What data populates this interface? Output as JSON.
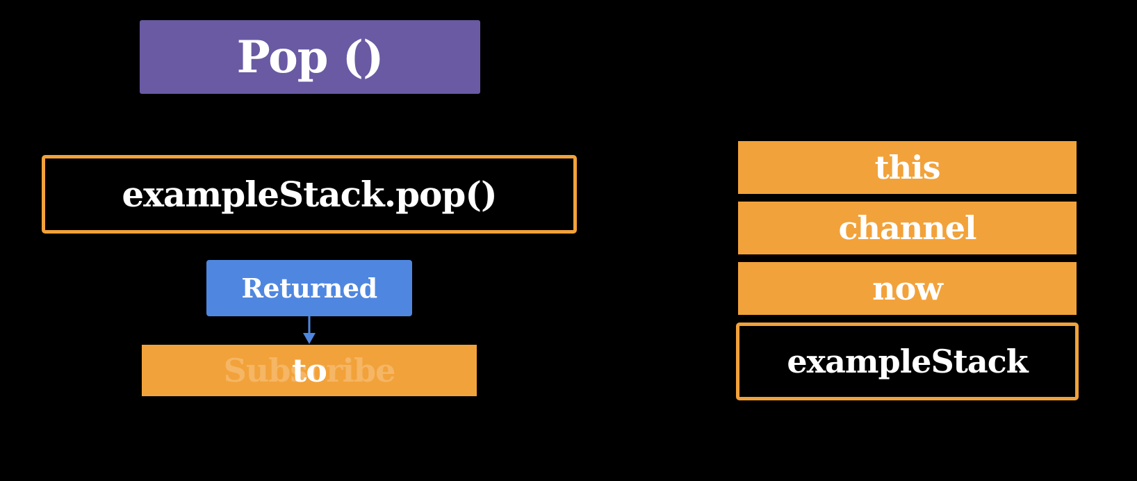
{
  "colors": {
    "background": "#000000",
    "title_bg": "#6a5aa3",
    "orange": "#f2a23a",
    "blue": "#4f87e0",
    "text": "#ffffff"
  },
  "title": "Pop ()",
  "call": "exampleStack.pop()",
  "returned_label": "Returned",
  "popped": {
    "value": "to",
    "faded_text": "Subscribe"
  },
  "stack": [
    {
      "label": "this",
      "style": "filled"
    },
    {
      "label": "channel",
      "style": "filled"
    },
    {
      "label": "now",
      "style": "filled"
    },
    {
      "label": "exampleStack",
      "style": "outlined"
    }
  ]
}
